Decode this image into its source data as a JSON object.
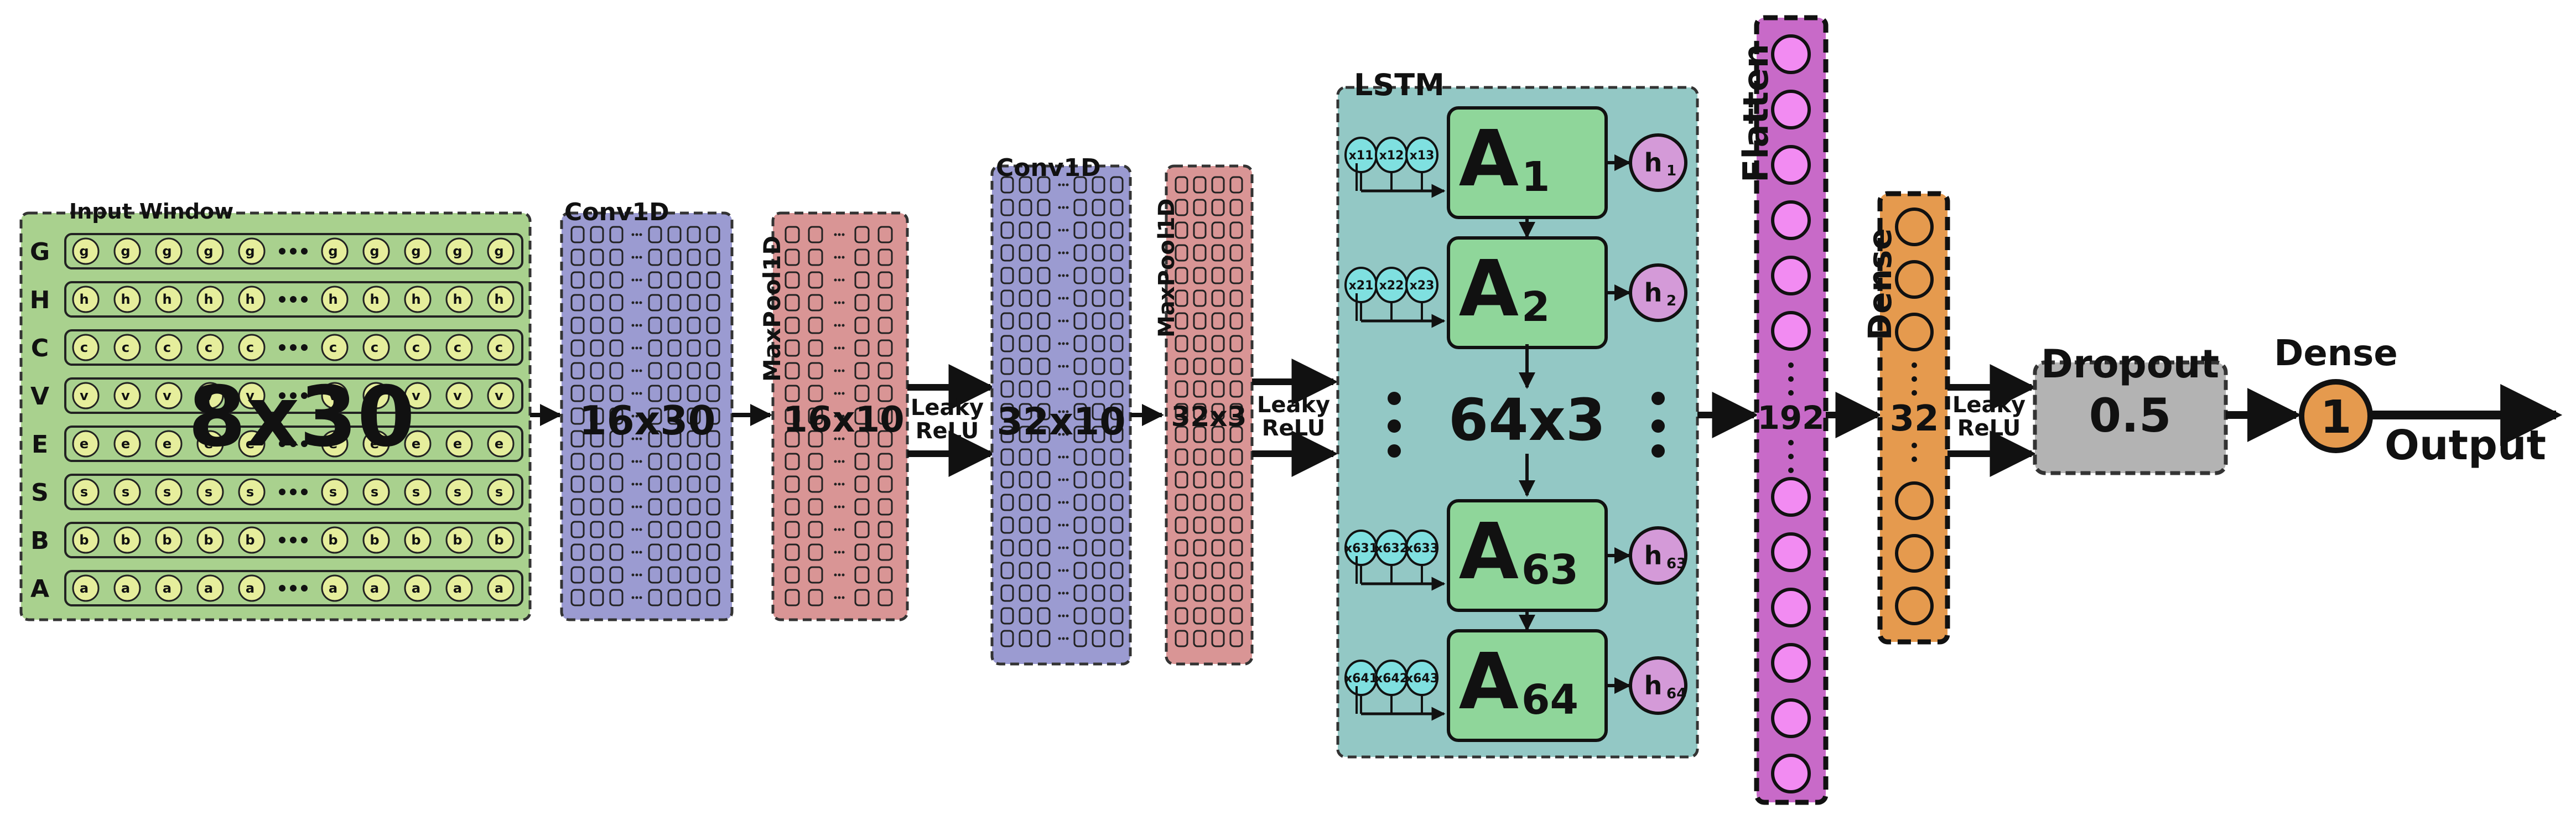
{
  "input_window": {
    "label": "Input Window",
    "rows": [
      "G",
      "H",
      "C",
      "V",
      "E",
      "S",
      "B",
      "A"
    ],
    "size": "8x30"
  },
  "conv1": {
    "label": "Conv1D",
    "size": "16x30"
  },
  "pool1": {
    "label": "MaxPool1D",
    "size": "16x10"
  },
  "act1": {
    "label": "Leaky ReLU",
    "line1": "Leaky",
    "line2": "ReLU"
  },
  "conv2": {
    "label": "Conv1D",
    "size": "32x10"
  },
  "pool2": {
    "label": "MaxPool1D",
    "size": "32x3"
  },
  "act2": {
    "line1": "Leaky",
    "line2": "ReLU"
  },
  "lstm": {
    "label": "LSTM",
    "size": "64x3",
    "cells": [
      {
        "a": "A",
        "a_sub": "1",
        "h": "h",
        "h_sub": "1",
        "x": [
          "x11",
          "x12",
          "x13"
        ]
      },
      {
        "a": "A",
        "a_sub": "2",
        "h": "h",
        "h_sub": "2",
        "x": [
          "x21",
          "x22",
          "x23"
        ]
      },
      {
        "a": "A",
        "a_sub": "63",
        "h": "h",
        "h_sub": "63",
        "x": [
          "x631",
          "x632",
          "x633"
        ]
      },
      {
        "a": "A",
        "a_sub": "64",
        "h": "h",
        "h_sub": "64",
        "x": [
          "x641",
          "x642",
          "x643"
        ]
      }
    ]
  },
  "flatten": {
    "label": "Flatten",
    "size": "192"
  },
  "dense1": {
    "label": "Dense",
    "size": "32"
  },
  "act3": {
    "line1": "Leaky",
    "line2": "ReLU"
  },
  "dropout": {
    "label": "Dropout",
    "value": "0.5"
  },
  "dense2": {
    "label": "Dense",
    "value": "1"
  },
  "output": {
    "label": "Output"
  },
  "colors": {
    "input": "#a9d18e",
    "conv": "#9b9bd1",
    "pool": "#d99595",
    "lstm": "#93c8c5",
    "cell": "#8fd69a",
    "hidden": "#d49ad8",
    "flatten": "#c86ac8",
    "flatten_node": "#f28bf2",
    "dense": "#e59a4e",
    "dropout": "#b3b3b3",
    "x_node": "#7fe0e0",
    "input_node": "#e6ee9c"
  }
}
